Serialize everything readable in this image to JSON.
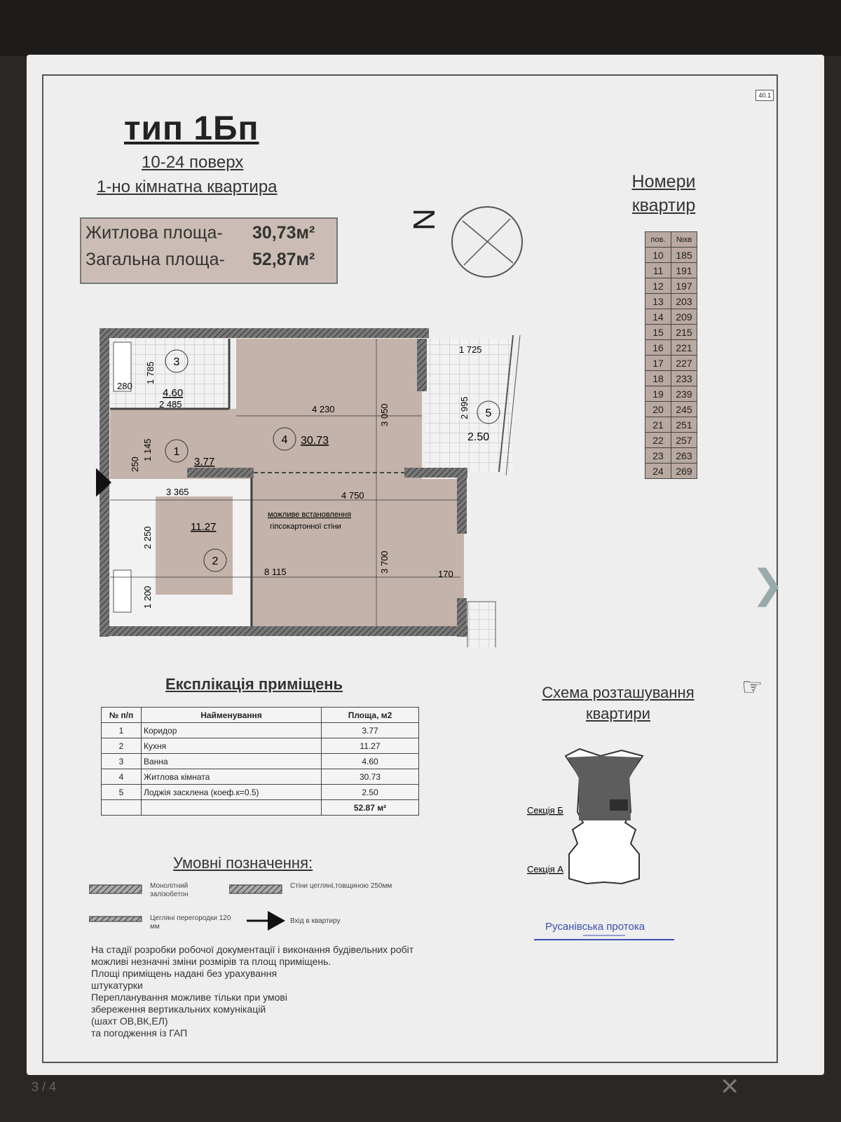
{
  "pager": "3 / 4",
  "sheet_tag": "40.1",
  "header": {
    "type": "тип 1Бп",
    "floors": "10-24 поверх",
    "apartment": "1-но кімнатна квартира"
  },
  "areas": {
    "living_label": "Житлова площа-",
    "living_value": "30,73м²",
    "total_label": "Загальна площа-",
    "total_value": "52,87м²"
  },
  "north_label": "N",
  "apt_numbers": {
    "title_line1": "Номери",
    "title_line2": "квартир",
    "col_floor": "пов.",
    "col_num": "№кв",
    "rows": [
      [
        "10",
        "185"
      ],
      [
        "11",
        "191"
      ],
      [
        "12",
        "197"
      ],
      [
        "13",
        "203"
      ],
      [
        "14",
        "209"
      ],
      [
        "15",
        "215"
      ],
      [
        "16",
        "221"
      ],
      [
        "17",
        "227"
      ],
      [
        "18",
        "233"
      ],
      [
        "19",
        "239"
      ],
      [
        "20",
        "245"
      ],
      [
        "21",
        "251"
      ],
      [
        "22",
        "257"
      ],
      [
        "23",
        "263"
      ],
      [
        "24",
        "269"
      ]
    ]
  },
  "plan": {
    "rooms": {
      "r1": {
        "num": "1",
        "area": "3.77"
      },
      "r2": {
        "num": "2",
        "area": "11.27"
      },
      "r3": {
        "num": "3",
        "area": "4.60"
      },
      "r4": {
        "num": "4",
        "area": "30.73"
      },
      "r5": {
        "num": "5",
        "area": "2.50"
      }
    },
    "dims": {
      "d1725": "1 725",
      "d280": "280",
      "d1785": "1 785",
      "d2485": "2 485",
      "d4230": "4 230",
      "d3050": "3 050",
      "d2995": "2 995",
      "d250": "250",
      "d1145": "1 145",
      "d3365": "3 365",
      "d4750": "4 750",
      "d2250": "2 250",
      "d1200": "1 200",
      "d8115": "8 115",
      "d3700": "3 700",
      "d170": "170"
    },
    "note_line1": "можливе встановлення",
    "note_line2": "гіпсокартонної стіни"
  },
  "explication": {
    "title": "Експлікація приміщень",
    "headers": [
      "№ п/п",
      "Найменування",
      "Площа, м2"
    ],
    "rows": [
      [
        "1",
        "Коридор",
        "3.77"
      ],
      [
        "2",
        "Кухня",
        "11.27"
      ],
      [
        "3",
        "Ванна",
        "4.60"
      ],
      [
        "4",
        "Житлова кімната",
        "30.73"
      ],
      [
        "5",
        "Лоджія засклена (коеф.к=0.5)",
        "2.50"
      ]
    ],
    "total": "52.87 м²"
  },
  "scheme": {
    "title_line1": "Схема розташування",
    "title_line2": "квартири",
    "section_b": "Секція Б",
    "section_a": "Секція А",
    "river": "Русанівська протока"
  },
  "legend": {
    "title": "Умовні позначення:",
    "item1": "Монолітний залізобетон",
    "item2": "Стіни цегляні,товщиною 250мм",
    "item3": "Цегляні перегородки 120 мм",
    "item4": "Вхід в квартиру"
  },
  "notes": [
    "На стадії розробки робочої документації і виконання будівельних робіт",
    "можливі незначні зміни  розмірів та площ приміщень.",
    "Площі приміщень надані без урахування",
    "штукатурки",
    "Перепланування можливе тільки при умові",
    "збереження вертикальних комунікацій",
    " (шахт ОВ,ВК,ЕЛ)",
    "та погодження із ГАП"
  ],
  "colors": {
    "room_fill": "#c4b3aa",
    "wall": "#555555",
    "sheet": "#eeeeee"
  }
}
